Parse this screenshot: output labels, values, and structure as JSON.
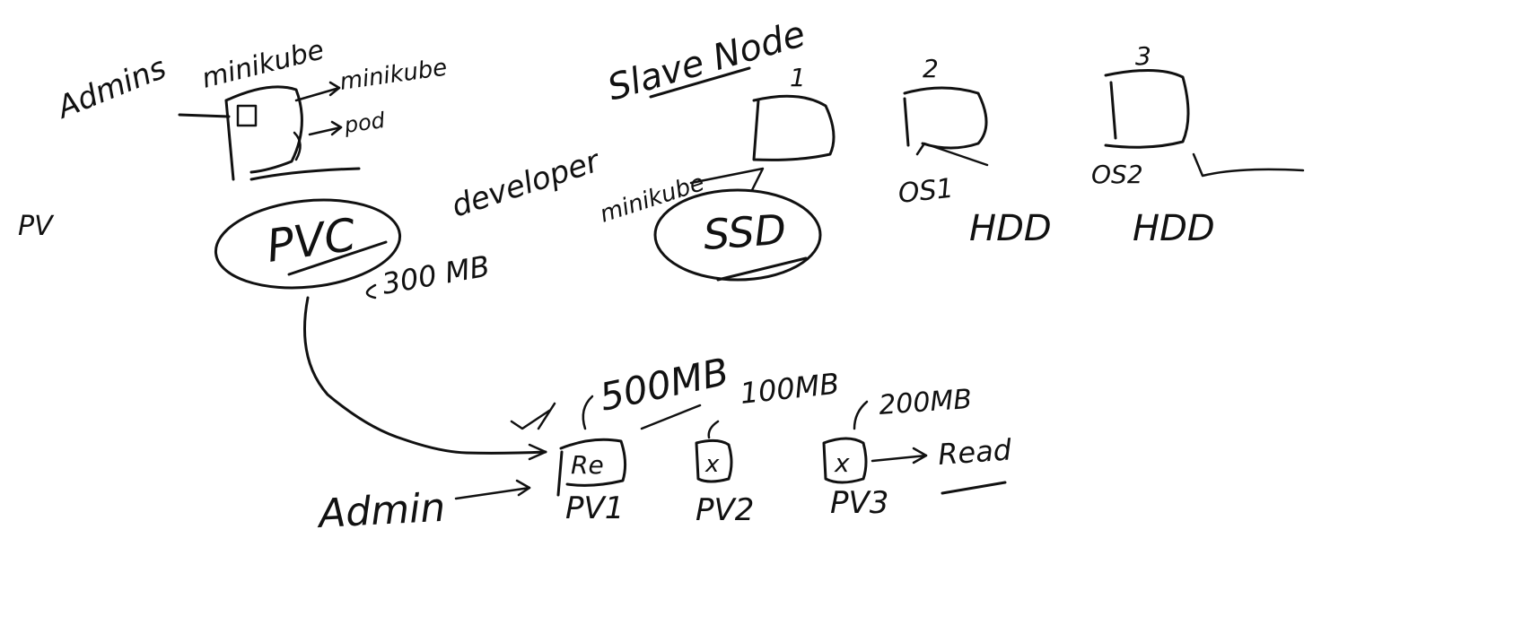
{
  "labels": {
    "admins": "Admins",
    "minikube_top": "minikube",
    "minikube_arrow": "minikube",
    "pod": "pod",
    "pv_left": "PV",
    "pvc": "PVC",
    "developer": "developer",
    "size_300": "300 MB",
    "slave_node": "Slave Node",
    "node_1": "1",
    "node_2": "2",
    "node_3": "3",
    "minikube_ssd": "minikube",
    "ssd": "SSD",
    "os1": "OS1",
    "os2": "OS2",
    "hdd_1": "HDD",
    "hdd_2": "HDD",
    "size_500": "500MB",
    "size_100": "100MB",
    "size_200": "200MB",
    "pv1_mark": "Re",
    "pv2_mark": "x",
    "pv3_mark": "x",
    "pv1": "PV1",
    "pv2": "PV2",
    "pv3": "PV3",
    "read": "Read",
    "admin": "Admin"
  }
}
